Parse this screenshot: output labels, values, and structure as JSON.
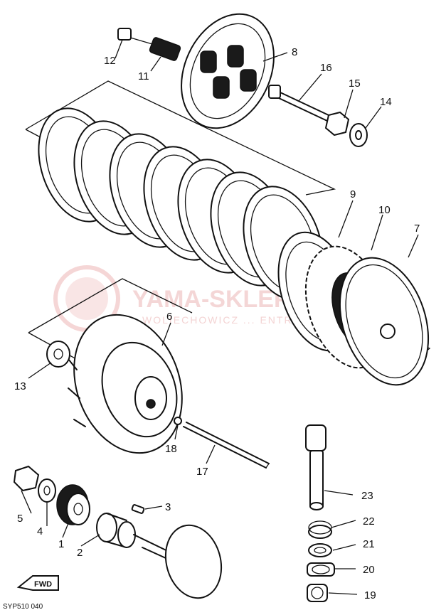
{
  "watermark": {
    "brand": "YAMA-SKLEP.PL",
    "domain": "WOLIECHOWICZ ... ENTRUM"
  },
  "fwd_label": "FWD",
  "drawing_code": "SYP510 040",
  "callouts": [
    "12",
    "11",
    "8",
    "16",
    "15",
    "14",
    "9",
    "10",
    "7",
    "6",
    "13",
    "18",
    "17",
    "23",
    "22",
    "21",
    "20",
    "19",
    "5",
    "4",
    "1",
    "2",
    "3"
  ],
  "colors": {
    "line": "#111111",
    "background": "#ffffff",
    "watermark": "#f2cccc"
  }
}
